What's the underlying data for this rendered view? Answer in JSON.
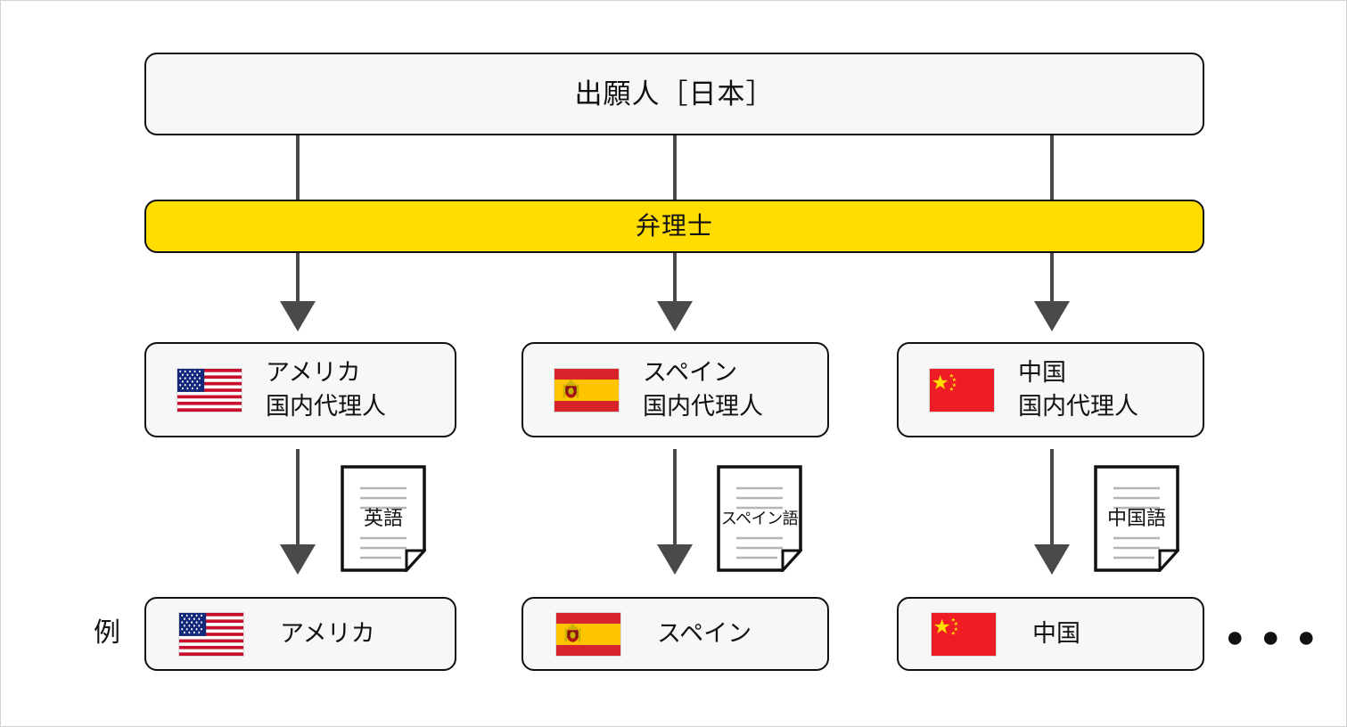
{
  "diagram": {
    "applicant": {
      "label": "出願人［日本］"
    },
    "agent_bar": {
      "label": "弁理士"
    },
    "example_label": "例",
    "ellipsis": "● ● ●",
    "domestic_agents": [
      {
        "country": "アメリカ",
        "role": "国内代理人",
        "flag": "flag-usa-icon"
      },
      {
        "country": "スペイン",
        "role": "国内代理人",
        "flag": "flag-spain-icon"
      },
      {
        "country": "中国",
        "role": "国内代理人",
        "flag": "flag-china-icon"
      }
    ],
    "documents": [
      {
        "language": "英語",
        "icon": "document-icon"
      },
      {
        "language": "スペイン語",
        "icon": "document-icon"
      },
      {
        "language": "中国語",
        "icon": "document-icon"
      }
    ],
    "countries": [
      {
        "label": "アメリカ",
        "flag": "flag-usa-icon"
      },
      {
        "label": "スペイン",
        "flag": "flag-spain-icon"
      },
      {
        "label": "中国",
        "flag": "flag-china-icon"
      }
    ]
  },
  "colors": {
    "accent_yellow": "#ffdd00",
    "box_fill": "#f7f7f7",
    "border": "#111111",
    "arrow": "#4a4a4a",
    "frame": "#d3d3d3"
  }
}
